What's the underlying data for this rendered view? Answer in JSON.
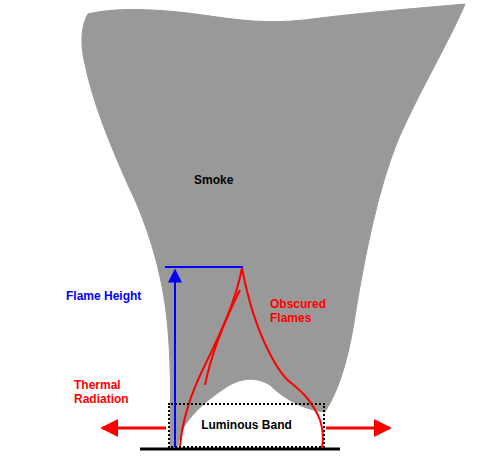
{
  "diagram": {
    "nodes": [
      {
        "text": [
          "Luminous Band"
        ]
      }
    ],
    "labels": [
      "Smoke",
      "Flame Height",
      "Obscured Flames",
      "Thermal Radiation"
    ]
  }
}
